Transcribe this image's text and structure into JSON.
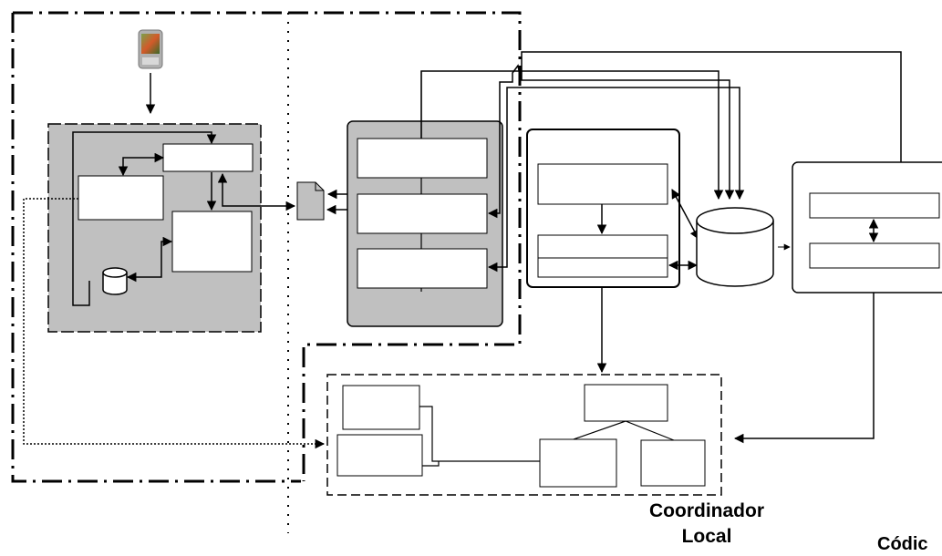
{
  "labels": {
    "coordinator_line1": "Coordinador",
    "coordinator_line2": "Local",
    "code_partial": "Códic"
  },
  "colors": {
    "module_fill": "#c0c0c0",
    "stroke": "#000000",
    "box_fill": "#ffffff"
  },
  "icons": {
    "device": "mobile-device-icon",
    "document": "document-icon",
    "database_small": "database-icon",
    "database_large": "database-icon"
  }
}
